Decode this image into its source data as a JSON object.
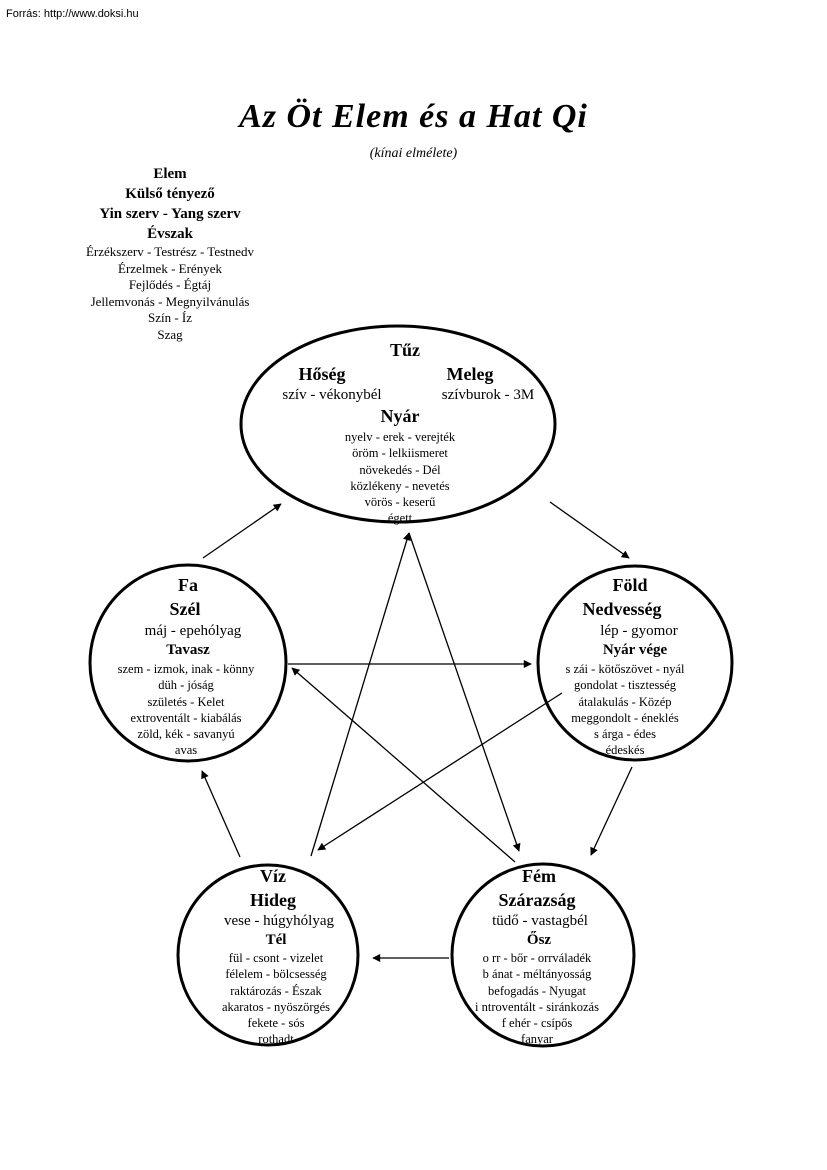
{
  "source": "Forrás: http://www.doksi.hu",
  "title": "Az Öt Elem és a Hat Qi",
  "subtitle": "(kínai elmélete)",
  "legend": {
    "bold": [
      "Elem",
      "Külső tényező",
      "Yin szerv - Yang szerv",
      "Évszak"
    ],
    "normal": [
      "Érzékszerv - Testrész - Testnedv",
      "Érzelmek - Erények",
      "Fejlődés - Égtáj",
      "Jellemvonás - Megnyilvánulás",
      "Szín - Íz",
      "Szag"
    ]
  },
  "fire": {
    "element": "Tűz",
    "factor_left": "Hőség",
    "factor_right": "Meleg",
    "organs_left": "szív - vékonybél",
    "organs_right": "szívburok - 3M",
    "season": "Nyár",
    "lines": [
      "nyelv - erek - verejték",
      "öröm - lelkiismeret",
      "növekedés - Dél",
      "közlékeny - nevetés",
      "vörös - keserű",
      "égett"
    ]
  },
  "wood": {
    "element": "Fa",
    "factor": "Szél",
    "organs": "máj - epehólyag",
    "season": "Tavasz",
    "lines": [
      "szem - izmok, inak - könny",
      "düh - jóság",
      "születés - Kelet",
      "extroventált - kiabálás",
      "zöld, kék - savanyú",
      "avas"
    ]
  },
  "earth": {
    "element": "Föld",
    "factor": "Nedvesség",
    "organs": "lép - gyomor",
    "season": "Nyár vége",
    "lines": [
      "s zái - kötőszövet - nyál",
      "gondolat - tisztesség",
      "átalakulás - Közép",
      "meggondolt - éneklés",
      "s árga - édes",
      "édeskés"
    ]
  },
  "water": {
    "element": "Víz",
    "factor": "Hideg",
    "organs": "vese - húgyhólyag",
    "season": "Tél",
    "lines": [
      "fül - csont - vizelet",
      "félelem - bölcsesség",
      "raktározás - Észak",
      "akaratos - nyöszörgés",
      "fekete - sós",
      "rothadt"
    ]
  },
  "metal": {
    "element": "Fém",
    "factor": "Szárazság",
    "organs": "tüdő - vastagbél",
    "season": "Ősz",
    "lines": [
      "o rr - bőr - orrváladék",
      "b ánat - méltányosság",
      "befogadás - Nyugat",
      "i ntroventált - siránkozás",
      "f ehér - csípős",
      "fanyar"
    ]
  }
}
